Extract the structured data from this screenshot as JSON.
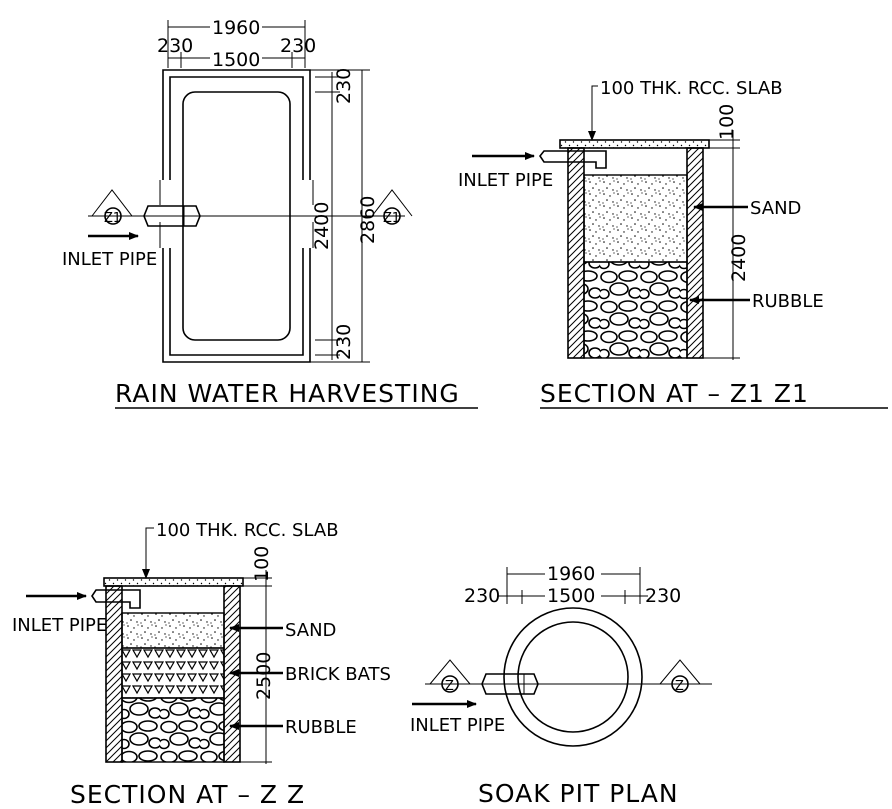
{
  "plan": {
    "title": "RAIN  WATER  HARVESTING",
    "dim_total_w": "1960",
    "dim_wall_left": "230",
    "dim_inner_w": "1500",
    "dim_wall_right": "230",
    "dim_wall_top": "230",
    "dim_inner_h": "2400",
    "dim_total_h": "2860",
    "dim_wall_bottom": "230",
    "section_mark": "Z1",
    "inlet_label": "INLET PIPE"
  },
  "section_z1": {
    "title": "SECTION  AT  –  Z1  Z1",
    "slab_label": "100  THK.  RCC.  SLAB",
    "slab_dim": "100",
    "depth_dim": "2400",
    "inlet_label": "INLET PIPE",
    "sand_label": "SAND",
    "rubble_label": "RUBBLE"
  },
  "section_z": {
    "title": "SECTION  AT  –  Z  Z",
    "slab_label": "100  THK.  RCC.  SLAB",
    "slab_dim": "100",
    "depth_dim": "2500",
    "inlet_label": "INLET PIPE",
    "sand_label": "SAND",
    "brick_label": "BRICK  BATS",
    "rubble_label": "RUBBLE"
  },
  "soak_pit": {
    "title": "SOAK  PIT  PLAN",
    "dim_total_w": "1960",
    "dim_wall_left": "230",
    "dim_inner_w": "1500",
    "dim_wall_right": "230",
    "section_mark": "Z",
    "inlet_label": "INLET PIPE"
  }
}
